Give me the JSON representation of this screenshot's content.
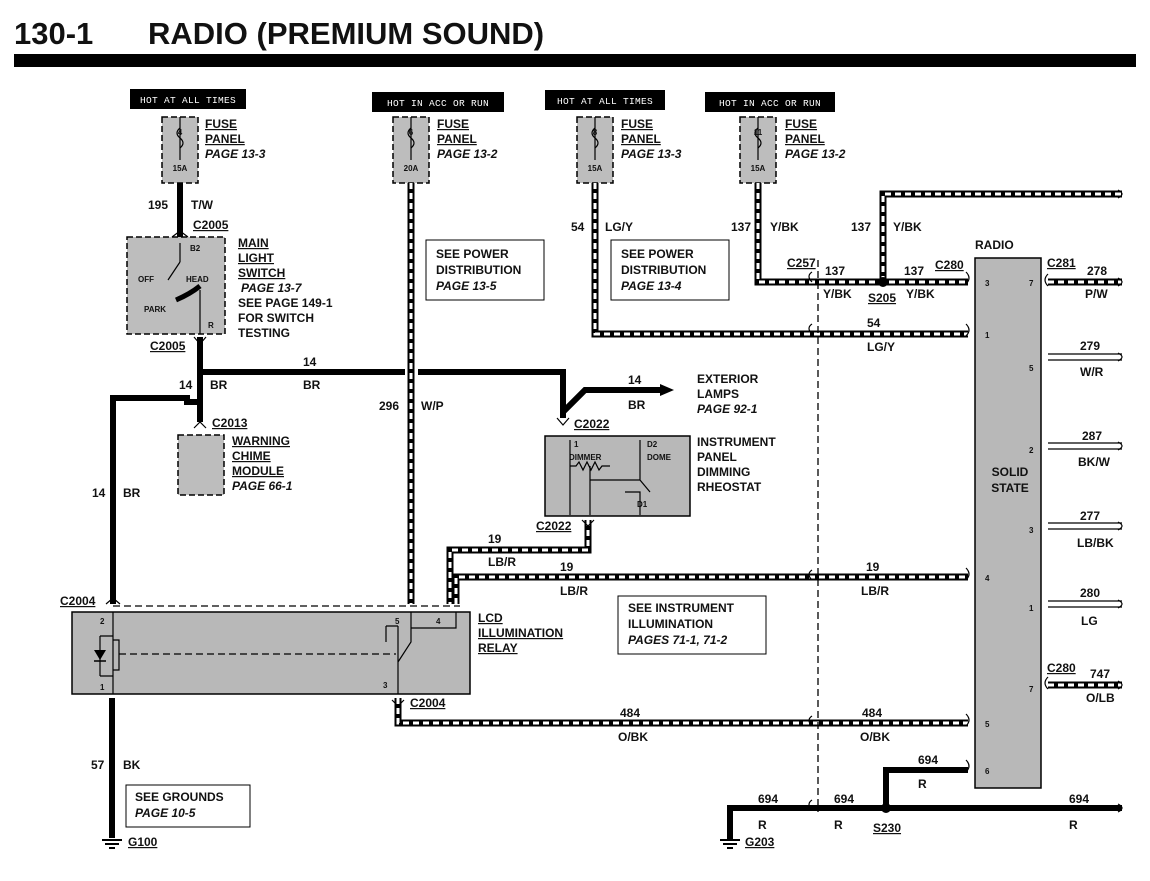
{
  "page": {
    "number": "130-1",
    "title": "RADIO (PREMIUM SOUND)"
  },
  "supplies": [
    {
      "tag": "HOT AT ALL TIMES",
      "fuse_no": "4",
      "amps": "15A",
      "label": [
        "FUSE",
        "PANEL"
      ],
      "page": "PAGE 13-3"
    },
    {
      "tag": "HOT IN ACC OR RUN",
      "fuse_no": "6",
      "amps": "20A",
      "label": [
        "FUSE",
        "PANEL"
      ],
      "page": "PAGE 13-2"
    },
    {
      "tag": "HOT AT ALL TIMES",
      "fuse_no": "8",
      "amps": "15A",
      "label": [
        "FUSE",
        "PANEL"
      ],
      "page": "PAGE 13-3"
    },
    {
      "tag": "HOT IN ACC OR RUN",
      "fuse_no": "11",
      "amps": "15A",
      "label": [
        "FUSE",
        "PANEL"
      ],
      "page": "PAGE 13-2"
    }
  ],
  "components": {
    "main_light_switch": {
      "label": [
        "MAIN",
        "LIGHT",
        "SWITCH"
      ],
      "page": "PAGE 13-7",
      "note": [
        "SEE PAGE 149-1",
        "FOR SWITCH",
        "TESTING"
      ],
      "positions": {
        "off": "OFF",
        "head": "HEAD",
        "park": "PARK",
        "b2": "B2",
        "r": "R"
      }
    },
    "warning_chime": {
      "label": [
        "WARNING",
        "CHIME",
        "MODULE"
      ],
      "page": "PAGE 66-1"
    },
    "dimming_rheostat": {
      "label": [
        "INSTRUMENT",
        "PANEL",
        "DIMMING",
        "RHEOSTAT"
      ],
      "dimmer": "DIMMER",
      "dome": "DOME",
      "d1": "D1",
      "d2": "D2",
      "pin1": "1"
    },
    "exterior_lamps": {
      "label": [
        "EXTERIOR",
        "LAMPS"
      ],
      "page": "PAGE 92-1"
    },
    "lcd_relay": {
      "label": [
        "LCD",
        "ILLUMINATION",
        "RELAY"
      ],
      "pins": [
        "2",
        "1",
        "5",
        "4",
        "3"
      ]
    },
    "radio": {
      "label": "RADIO",
      "inner": [
        "SOLID",
        "STATE"
      ],
      "pins_left": [
        "3",
        "1",
        "4",
        "5",
        "6"
      ],
      "pins_right": [
        "7",
        "5",
        "2",
        "3",
        "1",
        "7"
      ]
    }
  },
  "notes": {
    "power_13_5": [
      "SEE POWER",
      "DISTRIBUTION",
      "PAGE 13-5"
    ],
    "power_13_4": [
      "SEE POWER",
      "DISTRIBUTION",
      "PAGE 13-4"
    ],
    "illumination": [
      "SEE INSTRUMENT",
      "ILLUMINATION",
      "PAGES 71-1, 71-2"
    ],
    "grounds": [
      "SEE GROUNDS",
      "PAGE 10-5"
    ]
  },
  "connectors": {
    "c2005_top": "C2005",
    "c2005_bottom": "C2005",
    "c2013": "C2013",
    "c2022_top": "C2022",
    "c2022_bottom": "C2022",
    "c2004_left": "C2004",
    "c2004_bottom": "C2004",
    "c257": "C257",
    "c280_top": "C280",
    "c281": "C281",
    "c280_bottom": "C280",
    "s205": "S205",
    "s230": "S230",
    "g100": "G100",
    "g203": "G203"
  },
  "wires": {
    "w195": {
      "num": "195",
      "color": "T/W"
    },
    "w14_switch": {
      "num": "14",
      "color": "BR"
    },
    "w14_horiz": {
      "num": "14",
      "color": "BR"
    },
    "w14_ext": {
      "num": "14",
      "color": "BR"
    },
    "w14_left": {
      "num": "14",
      "color": "BR"
    },
    "w296": {
      "num": "296",
      "color": "W/P"
    },
    "w54_v": {
      "num": "54",
      "color": "LG/Y"
    },
    "w54_h": {
      "num": "54",
      "color": "LG/Y"
    },
    "w137_a": {
      "num": "137",
      "color": "Y/BK"
    },
    "w137_b": {
      "num": "137",
      "color": "Y/BK"
    },
    "w137_c": {
      "num": "137",
      "color": "Y/BK"
    },
    "w137_d": {
      "num": "137",
      "color": "Y/BK"
    },
    "w19_a": {
      "num": "19",
      "color": "LB/R"
    },
    "w19_b": {
      "num": "19",
      "color": "LB/R"
    },
    "w19_c": {
      "num": "19",
      "color": "LB/R"
    },
    "w484_a": {
      "num": "484",
      "color": "O/BK"
    },
    "w484_b": {
      "num": "484",
      "color": "O/BK"
    },
    "w57": {
      "num": "57",
      "color": "BK"
    },
    "w694_a": {
      "num": "694",
      "color": "R"
    },
    "w694_b": {
      "num": "694",
      "color": "R"
    },
    "w694_c": {
      "num": "694",
      "color": "R"
    },
    "w694_d": {
      "num": "694",
      "color": "R"
    },
    "w278": {
      "num": "278",
      "color": "P/W"
    },
    "w279": {
      "num": "279",
      "color": "W/R"
    },
    "w287": {
      "num": "287",
      "color": "BK/W"
    },
    "w277": {
      "num": "277",
      "color": "LB/BK"
    },
    "w280": {
      "num": "280",
      "color": "LG"
    },
    "w747": {
      "num": "747",
      "color": "O/LB"
    }
  }
}
